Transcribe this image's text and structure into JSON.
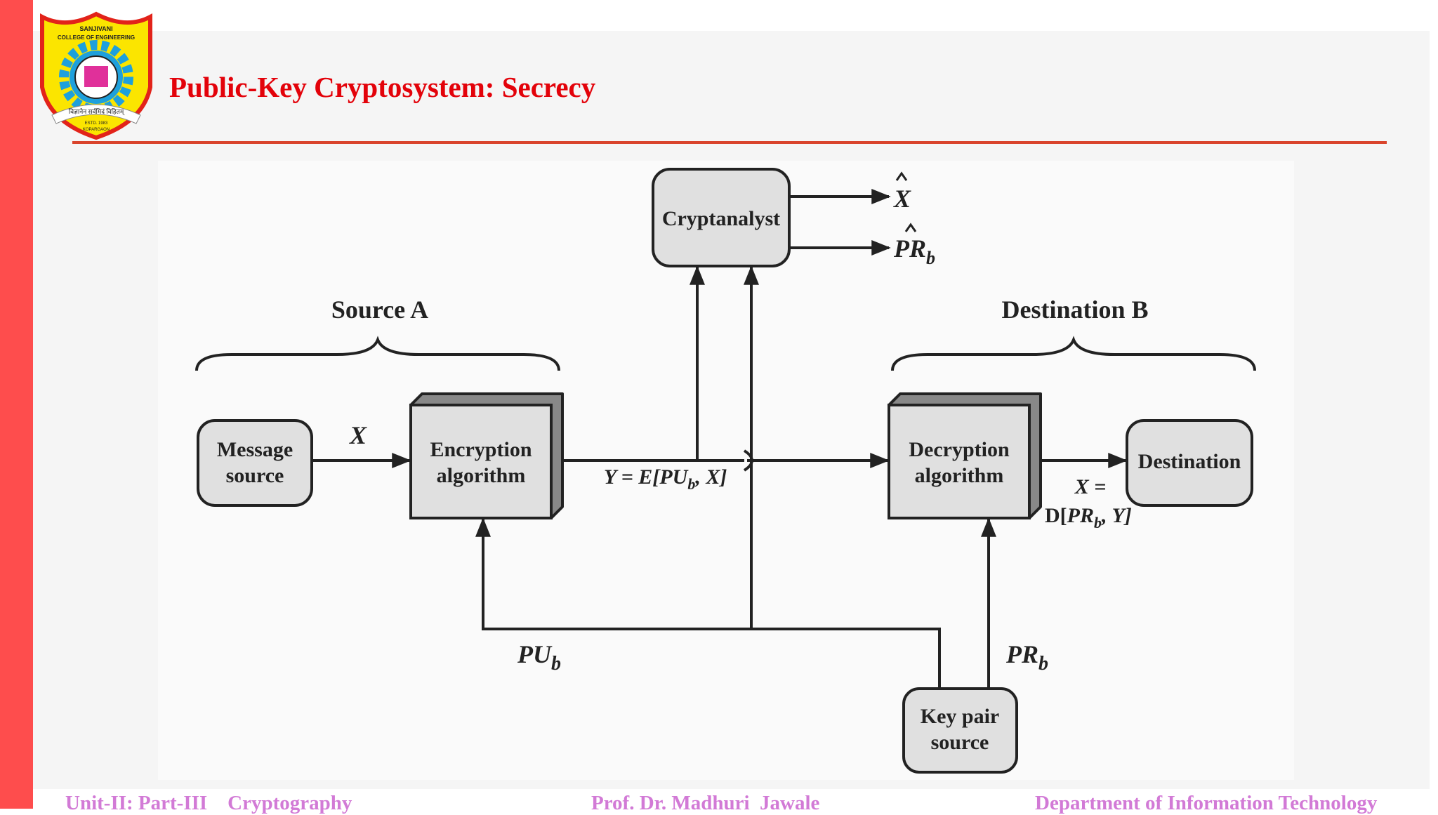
{
  "slide": {
    "title": "Public-Key Cryptosystem: Secrecy",
    "logo": {
      "name": "SANJIVANI",
      "subtitle": "COLLEGE OF ENGINEERING",
      "motto": "विज्ञानेन सर्वमिदं विहितम्",
      "estd": "ESTD. 1983",
      "place": "KOPARGAON"
    }
  },
  "diagram": {
    "source_group": "Source A",
    "dest_group": "Destination B",
    "message_source": [
      "Message",
      "source"
    ],
    "encryption": [
      "Encryption",
      "algorithm"
    ],
    "decryption": [
      "Decryption",
      "algorithm"
    ],
    "destination": "Destination",
    "key_pair": [
      "Key pair",
      "source"
    ],
    "cryptanalyst": "Cryptanalyst",
    "x_label": "X",
    "x_hat": "X",
    "pr_hat": "PR",
    "pr_hat_sub": "b",
    "cipher_label": {
      "pre": "Y = E[",
      "pu": "PU",
      "sub": "b",
      "post": ", X]"
    },
    "decrypt_label": {
      "line1": "X =",
      "pre": "D[",
      "pr": "PR",
      "sub": "b",
      "post": ", Y]"
    },
    "pub_key": "PU",
    "pub_key_sub": "b",
    "priv_key": "PR",
    "priv_key_sub": "b"
  },
  "footer": {
    "left": "Unit-II: Part-III    Cryptography",
    "center": "Prof. Dr. Madhuri  Jawale",
    "right": "Department of Information Technology"
  },
  "colors": {
    "title": "#e3020a",
    "accent_bar": "#fe4d4d",
    "footer": "#d27ad6"
  }
}
